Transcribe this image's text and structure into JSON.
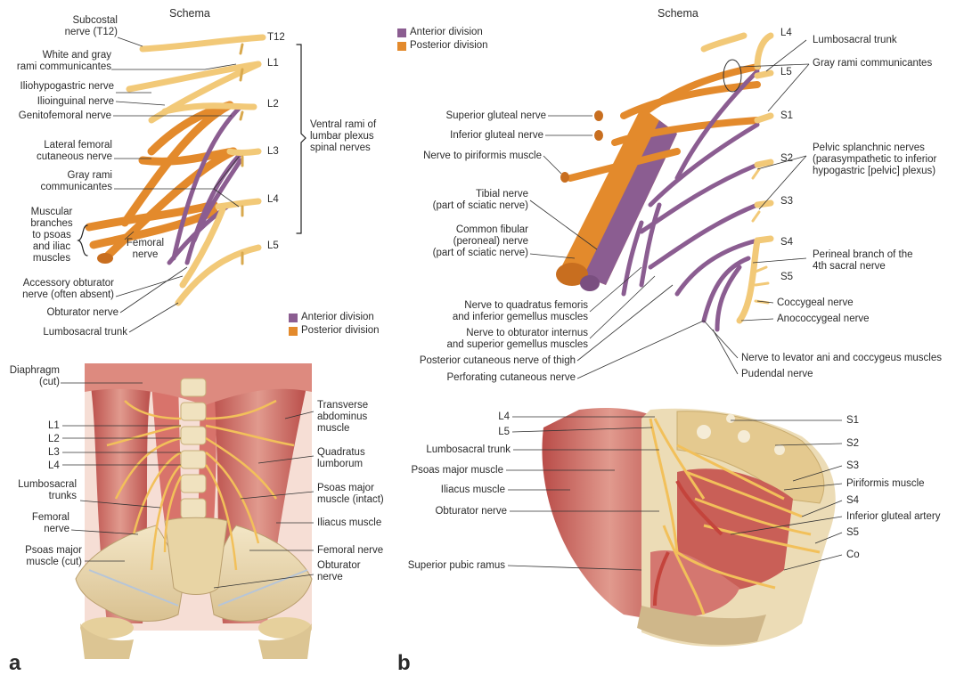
{
  "colors": {
    "anterior": "#8b5d91",
    "posterior": "#e38a2c",
    "nerve": "#f2c978",
    "muscle": "#c85a55",
    "bone": "#e7d3a6"
  },
  "panel_a": {
    "letter": "a",
    "schema_title": "Schema",
    "labels_left": {
      "subcostal": [
        "Subcostal",
        "nerve (T12)"
      ],
      "rami": [
        "White and gray",
        "rami communicantes"
      ],
      "iliohypogastric": "Iliohypogastric nerve",
      "ilioinguinal": "Ilioinguinal nerve",
      "genitofemoral": "Genitofemoral nerve",
      "lat_fem": [
        "Lateral femoral",
        "cutaneous nerve"
      ],
      "gray_rami": [
        "Gray rami",
        "communicantes"
      ],
      "muscular": [
        "Muscular",
        "branches",
        "to psoas",
        "and iliac",
        "muscles"
      ],
      "femoral": [
        "Femoral",
        "nerve"
      ],
      "acc_obt": [
        "Accessory obturator",
        "nerve (often absent)"
      ],
      "obturator": "Obturator nerve",
      "lumbosacral": "Lumbosacral trunk"
    },
    "levels": [
      "T12",
      "L1",
      "L2",
      "L3",
      "L4",
      "L5"
    ],
    "ventral_rami": [
      "Ventral rami of",
      "lumbar plexus",
      "spinal nerves"
    ],
    "legend": {
      "anterior": "Anterior division",
      "posterior": "Posterior division"
    },
    "bottom_left": {
      "diaphragm": [
        "Diaphragm",
        "(cut)"
      ],
      "l1": "L1",
      "l2": "L2",
      "l3": "L3",
      "l4": "L4",
      "lumbo_trunks": [
        "Lumbosacral",
        "trunks"
      ],
      "femoral": [
        "Femoral",
        "nerve"
      ],
      "psoas_cut": [
        "Psoas major",
        "muscle (cut)"
      ]
    },
    "bottom_right": {
      "transverse": [
        "Transverse",
        "abdominus",
        "muscle"
      ],
      "quadratus": [
        "Quadratus",
        "lumborum"
      ],
      "psoas_intact": [
        "Psoas major",
        "muscle (intact)"
      ],
      "iliacus": "Iliacus muscle",
      "femoral": "Femoral nerve",
      "obturator": [
        "Obturator",
        "nerve"
      ]
    }
  },
  "panel_b": {
    "letter": "b",
    "schema_title": "Schema",
    "legend": {
      "anterior": "Anterior division",
      "posterior": "Posterior division"
    },
    "labels_left": {
      "sup_gluteal": "Superior gluteal nerve",
      "inf_gluteal": "Inferior gluteal nerve",
      "piriformis": "Nerve to piriformis muscle",
      "tibial": [
        "Tibial nerve",
        "(part of sciatic nerve)"
      ],
      "fibular": [
        "Common fibular",
        "(peroneal) nerve",
        "(part of sciatic nerve)"
      ],
      "quadratus": [
        "Nerve to quadratus femoris",
        "and inferior gemellus muscles"
      ],
      "obt_int": [
        "Nerve to obturator internus",
        "and superior gemellus muscles"
      ],
      "post_cut": "Posterior cutaneous nerve of thigh",
      "perforating": "Perforating cutaneous nerve"
    },
    "levels": [
      "L4",
      "L5",
      "S1",
      "S2",
      "S3",
      "S4",
      "S5"
    ],
    "labels_right": {
      "lumbosacral": "Lumbosacral trunk",
      "gray_rami": "Gray rami communicantes",
      "pelvic": [
        "Pelvic splanchnic nerves",
        "(parasympathetic to inferior",
        "hypogastric [pelvic] plexus)"
      ],
      "perineal": [
        "Perineal branch of the",
        "4th sacral nerve"
      ],
      "coccygeal": "Coccygeal nerve",
      "anococcygeal": "Anococcygeal nerve",
      "levator": "Nerve to levator ani and coccygeus muscles",
      "pudendal": "Pudendal nerve"
    },
    "bottom_left": {
      "l4": "L4",
      "l5": "L5",
      "lumbo": "Lumbosacral trunk",
      "psoas": "Psoas major muscle",
      "iliacus": "Iliacus muscle",
      "obturator": "Obturator nerve",
      "pubic": "Superior pubic ramus"
    },
    "bottom_right": {
      "s1": "S1",
      "s2": "S2",
      "s3": "S3",
      "piriformis": "Piriformis muscle",
      "s4": "S4",
      "inf_gluteal_artery": "Inferior gluteal artery",
      "s5": "S5",
      "co": "Co"
    }
  }
}
